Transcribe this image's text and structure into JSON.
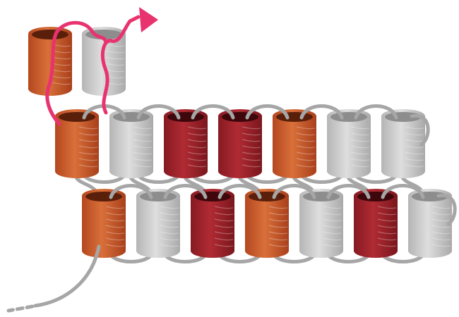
{
  "colors": {
    "background": "#ffffff",
    "loop": "#a6a6a6",
    "highlight_arrow": "#e8336f",
    "orange": "#c4562a",
    "gray": "#c9c9c9",
    "red": "#9b2028"
  },
  "helices": {
    "top_pair": [
      "orange",
      "gray"
    ],
    "middle_row": [
      "orange",
      "gray",
      "red",
      "red",
      "orange",
      "gray",
      "gray"
    ],
    "bottom_row": [
      "orange",
      "gray",
      "red",
      "orange",
      "gray",
      "red",
      "gray"
    ]
  },
  "icons": {
    "helix": "helix-cylinder-icon",
    "arrow": "arrow-head-icon"
  }
}
